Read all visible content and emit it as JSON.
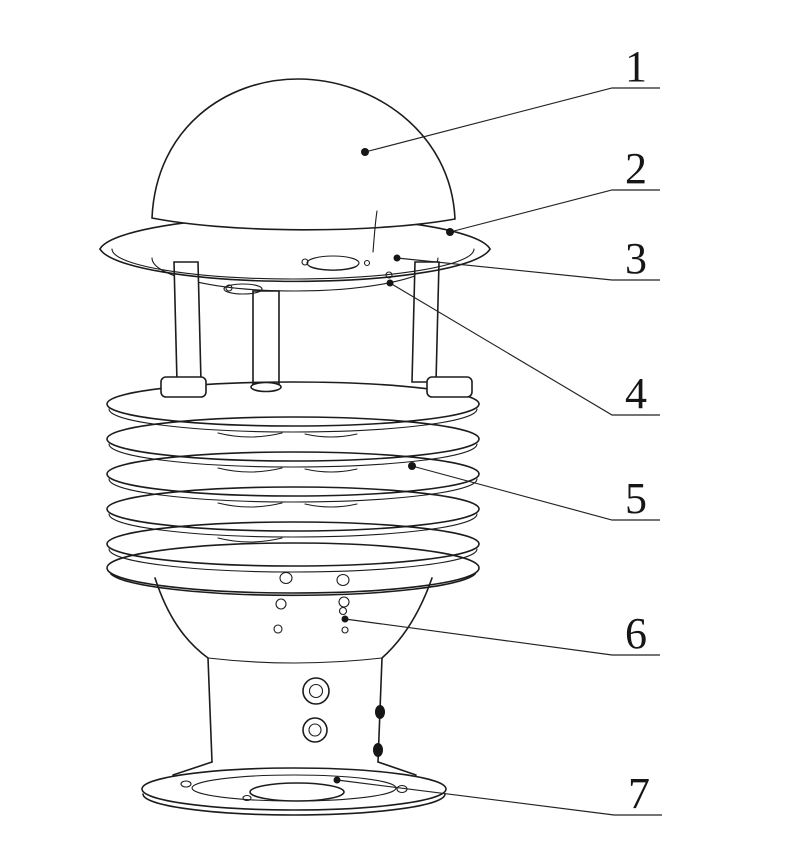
{
  "canvas": {
    "background": "#ffffff",
    "ink": "#1c1c1c"
  },
  "diagram": {
    "type": "technical-drawing",
    "callouts": [
      {
        "label": "1"
      },
      {
        "label": "2"
      },
      {
        "label": "3"
      },
      {
        "label": "4"
      },
      {
        "label": "5"
      },
      {
        "label": "6"
      },
      {
        "label": "7"
      }
    ]
  }
}
